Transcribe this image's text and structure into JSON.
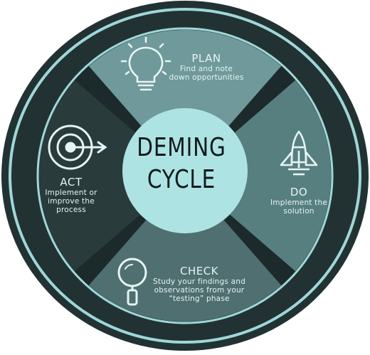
{
  "colors": {
    "outer_ring": "#223233",
    "thin_ring": "#9fd7d8",
    "plan_fill": "#6f999a",
    "do_fill": "#587f80",
    "check_fill": "#4f6f70",
    "act_fill": "#2a3b3c",
    "center_fill": "#aee3e4",
    "text_light": "#e6f4f3",
    "text_dark": "#101a1c"
  },
  "center": {
    "line1": "DEMING",
    "line2": "CYCLE"
  },
  "segments": {
    "plan": {
      "title": "PLAN",
      "line1": "Find and note",
      "line2": "down opportunities",
      "icon": "lightbulb-icon"
    },
    "do": {
      "title": "DO",
      "line1": "Implement the",
      "line2": "solution",
      "icon": "rocket-icon"
    },
    "check": {
      "title": "CHECK",
      "line1": "Study your findings and",
      "line2": "observations from your",
      "line3": "“testing” phase",
      "icon": "magnifier-icon"
    },
    "act": {
      "title": "ACT",
      "line1": "Implement or",
      "line2": "improve the",
      "line3": "process",
      "icon": "target-icon"
    }
  }
}
